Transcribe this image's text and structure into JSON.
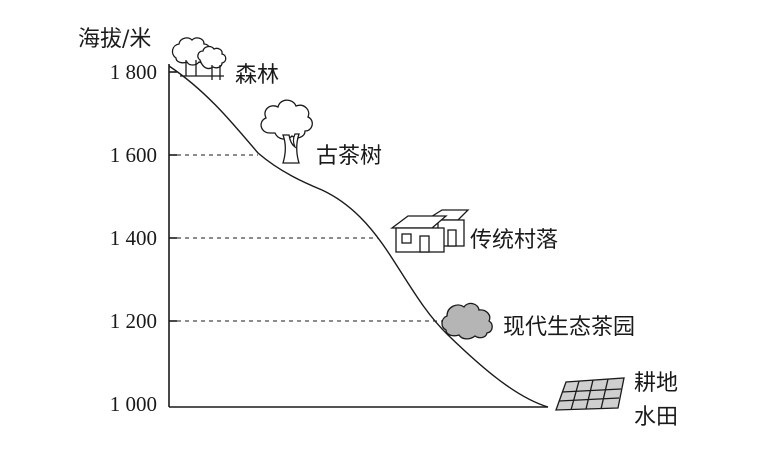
{
  "axis": {
    "title": "海拔/米",
    "ticks": [
      "1 800",
      "1 600",
      "1 400",
      "1 200",
      "1 000"
    ]
  },
  "zones": [
    {
      "label": "森林",
      "altitude": 1800,
      "icon": "forest-icon"
    },
    {
      "label": "古茶树",
      "altitude": 1600,
      "icon": "tea-tree-icon"
    },
    {
      "label": "传统村落",
      "altitude": 1400,
      "icon": "village-house-icon"
    },
    {
      "label": "现代生态茶园",
      "altitude": 1200,
      "icon": "tea-bush-icon"
    },
    {
      "label": "耕地",
      "altitude": 1000,
      "icon": "farmland-grid-icon"
    },
    {
      "label": "水田",
      "altitude": 1000,
      "icon": "farmland-grid-icon"
    }
  ]
}
